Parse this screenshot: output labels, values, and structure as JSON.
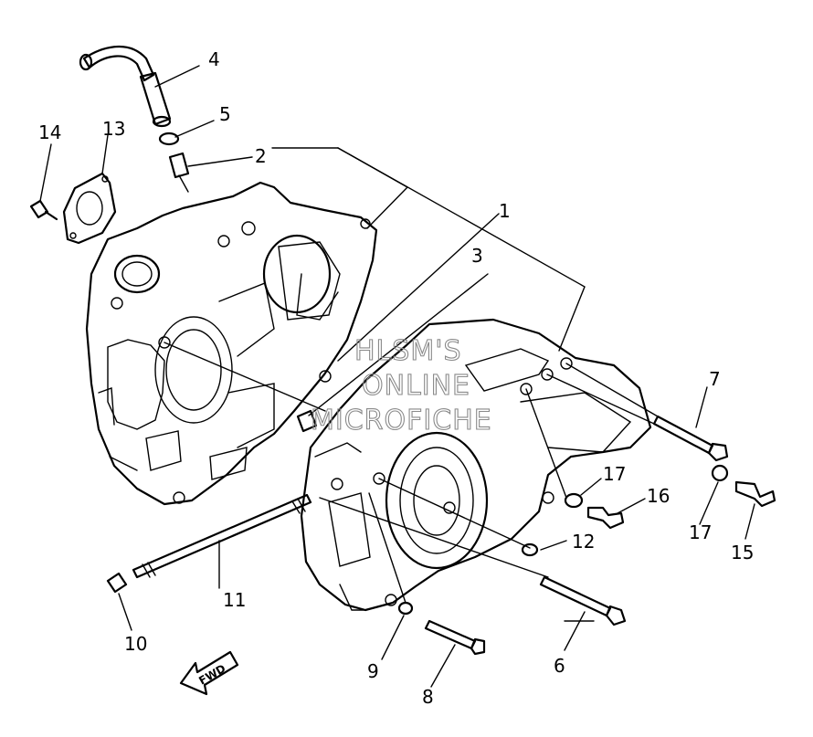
{
  "callouts": {
    "c1": "1",
    "c2": "2",
    "c3": "3",
    "c4": "4",
    "c5": "5",
    "c6": "6",
    "c7": "7",
    "c8": "8",
    "c9": "9",
    "c10": "10",
    "c11": "11",
    "c12": "12",
    "c13": "13",
    "c14": "14",
    "c15": "15",
    "c16": "16",
    "c17a": "17",
    "c17b": "17"
  },
  "watermark": {
    "line1": "HLSM'S",
    "line2": "ONLINE",
    "line3": "MICROFICHE"
  },
  "fwd_label": "FWD"
}
